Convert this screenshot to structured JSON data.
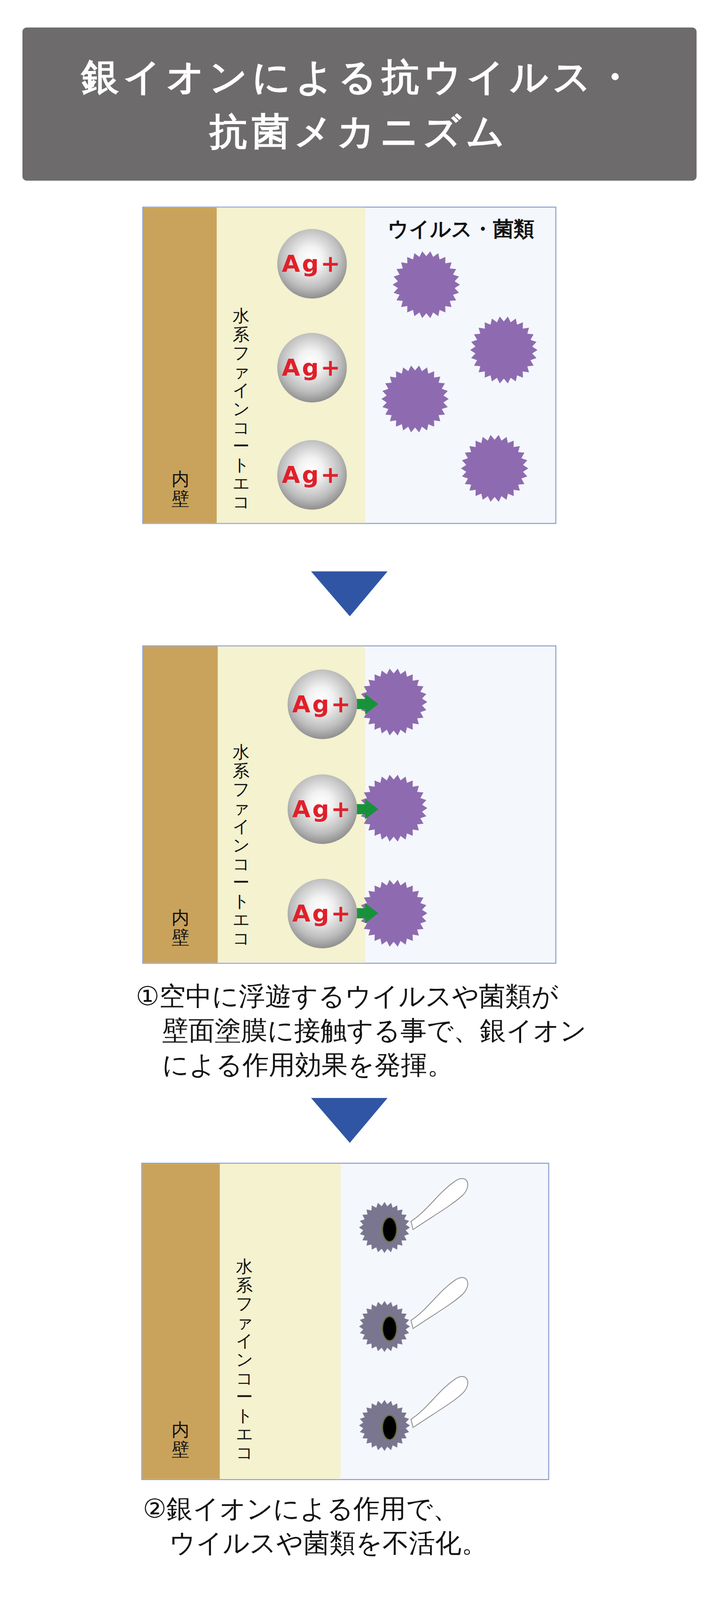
{
  "diagram": {
    "title": "銀イオンによる抗ウイルス・ 抗菌メカニズム",
    "nodes": [
      {
        "text": [
          "内壁"
        ]
      },
      {
        "text": [
          "水系ファインコートエコ"
        ]
      },
      {
        "text": [
          "Ag+"
        ],
        "in": 1
      },
      {
        "text": [
          "Ag+"
        ],
        "in": 1
      },
      {
        "text": [
          "Ag+"
        ],
        "in": 1
      },
      {
        "text": [
          "内壁"
        ]
      },
      {
        "text": [
          "水系ファインコートエコ"
        ]
      },
      {
        "text": [
          "Ag+"
        ],
        "in": 6
      },
      {
        "text": [
          "Ag+"
        ],
        "in": 6
      },
      {
        "text": [
          "Ag+"
        ],
        "in": 6
      },
      {
        "text": [
          "内壁"
        ]
      },
      {
        "text": [
          "水系ファインコートエコ"
        ]
      }
    ],
    "labels": [
      "ウイルス・菌類",
      "①空中に浮遊するウイルスや菌類が 壁面塗膜に接触する事で、銀イオン による作用効果を発揮。",
      "②銀イオンによる作用で、 ウイルスや菌類を不活化。"
    ]
  }
}
